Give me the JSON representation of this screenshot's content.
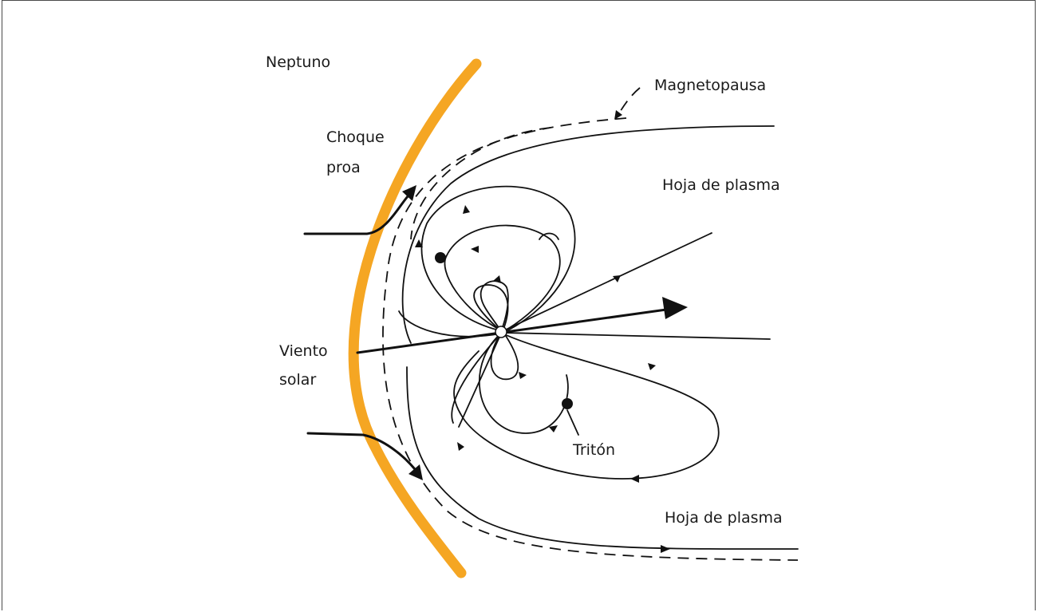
{
  "labels": {
    "neptune": "Neptuno",
    "bow_shock_line1": "Choque",
    "bow_shock_line2": "proa",
    "magnetopause": "Magnetopausa",
    "plasma_sheet_upper": "Hoja de plasma",
    "solar_wind_line1": "Viento",
    "solar_wind_line2": "solar",
    "triton": "Tritón",
    "plasma_sheet_lower": "Hoja de plasma"
  },
  "colors": {
    "bow_shock": "#f5a623",
    "ink": "#111111",
    "frame": "#4a4a4a"
  }
}
